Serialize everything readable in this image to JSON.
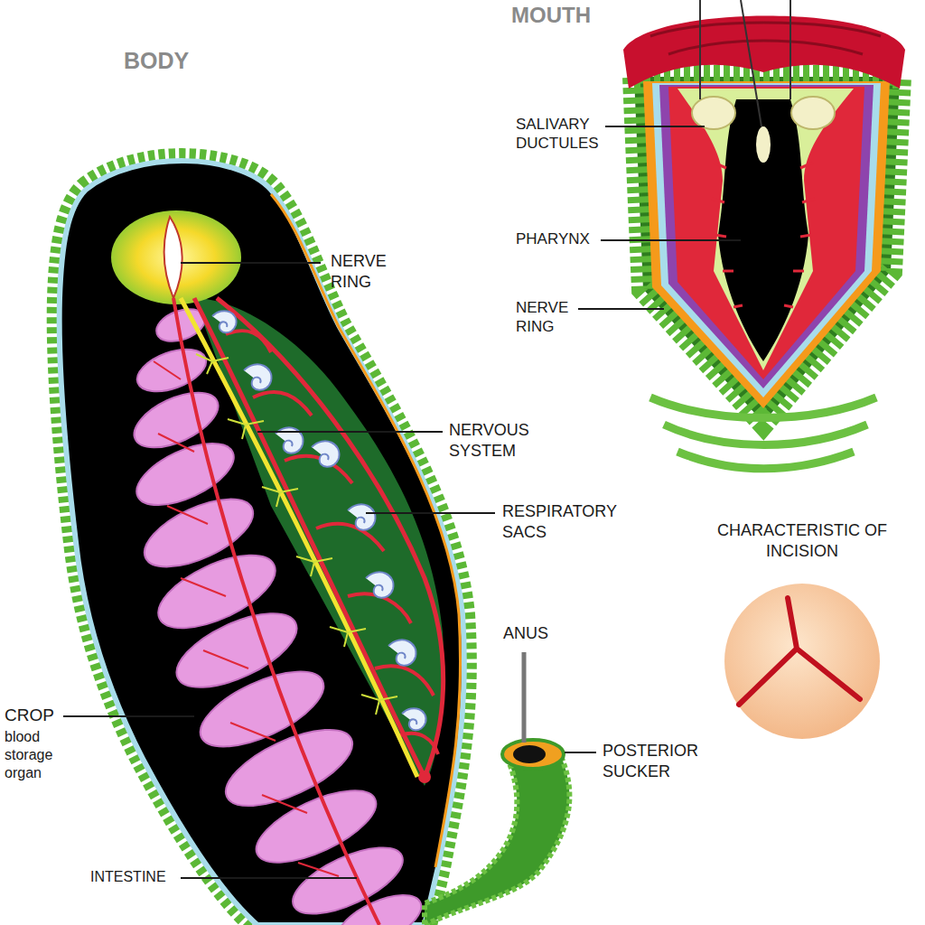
{
  "diagram": {
    "labels": [
      "MOUTH",
      "BODY",
      "NERVE RING",
      "NERVOUS SYSTEM",
      "RESPIRATORY SACS",
      "CROP",
      "blood storage organ",
      "INTESTINE",
      "ANUS",
      "POSTERIOR SUCKER",
      "SALIVARY DUCTULES",
      "PHARYNX",
      "NERVE RING",
      "CHARACTERISTIC OF INCISION"
    ]
  }
}
